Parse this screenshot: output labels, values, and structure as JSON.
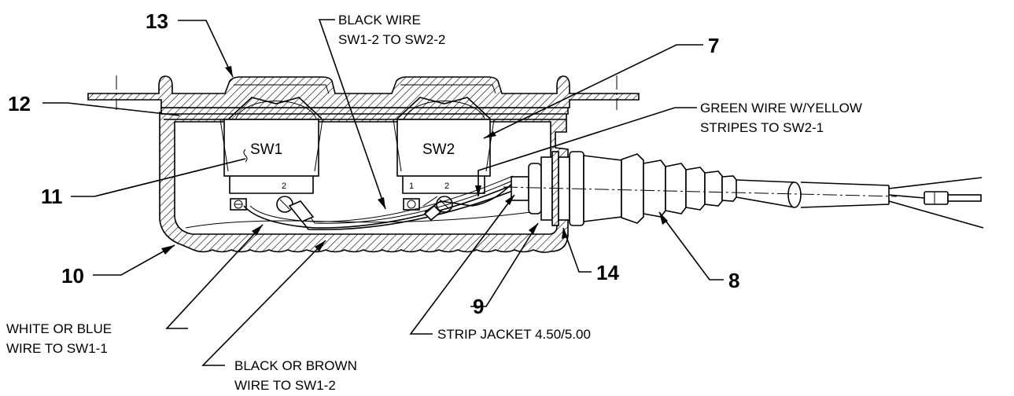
{
  "callouts": {
    "c7": "7",
    "c8": "8",
    "c9": "9",
    "c10": "10",
    "c11": "11",
    "c12": "12",
    "c13": "13",
    "c14": "14"
  },
  "notes": {
    "black_wire_line1": "BLACK WIRE",
    "black_wire_line2": "SW1-2 TO SW2-2",
    "green_wire_line1": "GREEN WIRE W/YELLOW",
    "green_wire_line2": "STRIPES TO SW2-1",
    "white_wire_line1": "WHITE OR BLUE",
    "white_wire_line2": "WIRE TO SW1-1",
    "brown_wire_line1": "BLACK OR BROWN",
    "brown_wire_line2": "WIRE TO SW1-2",
    "strip_jacket": "STRIP JACKET 4.50/5.00"
  },
  "switches": {
    "sw1": "SW1",
    "sw2": "SW2",
    "sw1_pin2": "2",
    "sw2_pin1": "1",
    "sw2_pin2": "2"
  }
}
